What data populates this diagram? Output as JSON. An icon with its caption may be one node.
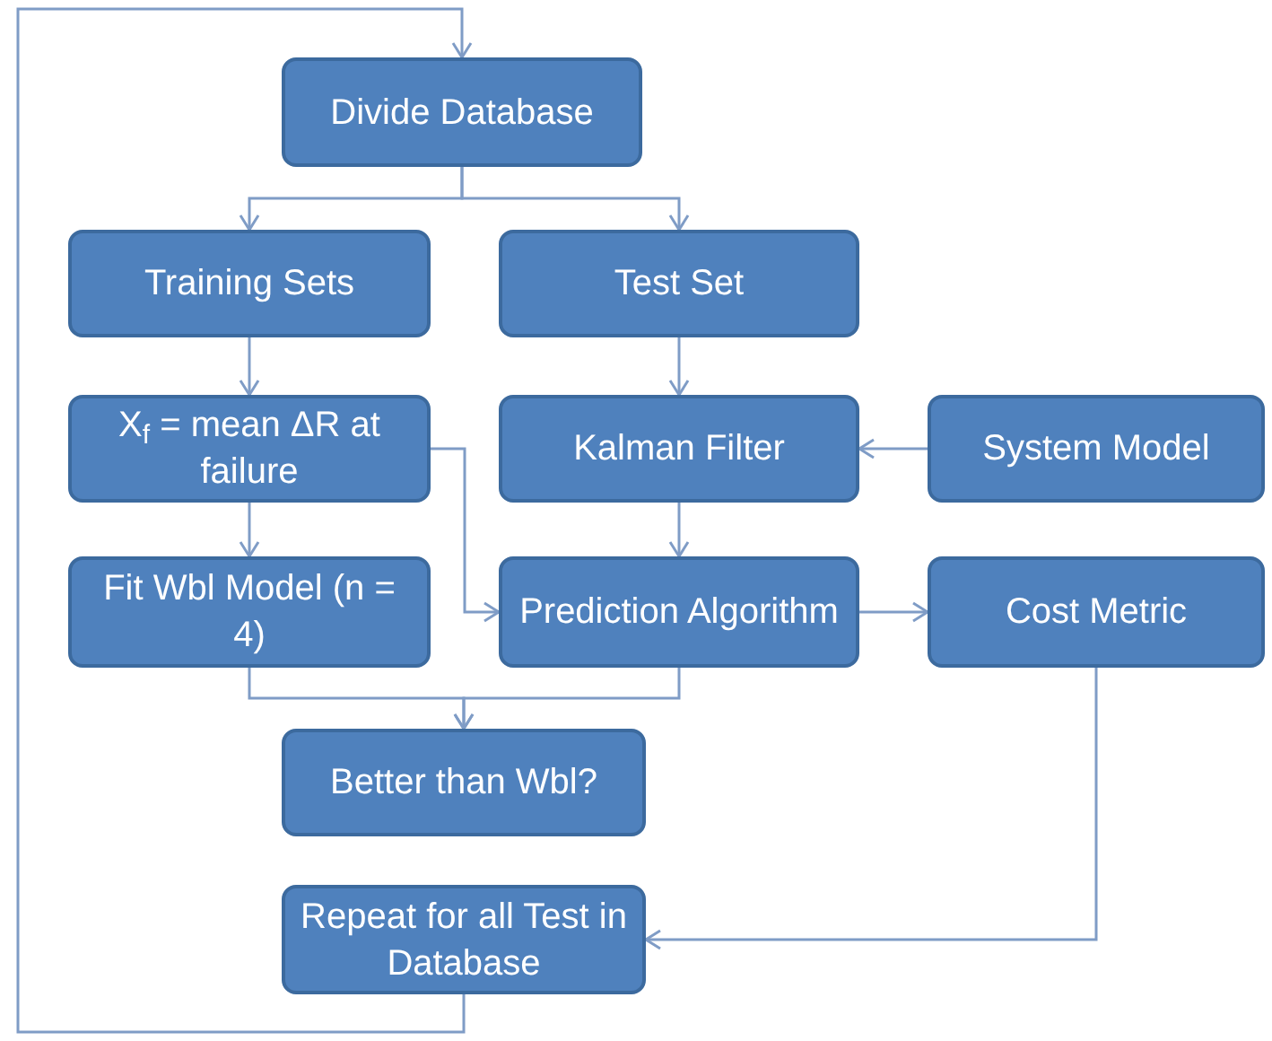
{
  "diagram": {
    "nodes": [
      {
        "text": [
          "Divide Database"
        ]
      },
      {
        "text": [
          "Training Sets"
        ]
      },
      {
        "text": [
          "Test Set"
        ]
      },
      {
        "text": [
          "X$_{f}$ = mean ΔR at failure"
        ]
      },
      {
        "text": [
          "Kalman Filter"
        ]
      },
      {
        "text": [
          "System Model"
        ]
      },
      {
        "text": [
          "Fit Wbl Model (n = 4)"
        ]
      },
      {
        "text": [
          "Prediction Algorithm"
        ]
      },
      {
        "text": [
          "Cost Metric"
        ]
      },
      {
        "text": [
          "Better than Wbl?"
        ]
      },
      {
        "text": [
          "Repeat for all Test in Database"
        ]
      }
    ],
    "edges": [
      {
        "from": 0,
        "to": 1,
        "arrow": "to"
      },
      {
        "from": 0,
        "to": 2,
        "arrow": "to"
      },
      {
        "from": 1,
        "to": 3,
        "arrow": "to"
      },
      {
        "from": 2,
        "to": 4,
        "arrow": "to"
      },
      {
        "from": 5,
        "to": 4,
        "arrow": "to"
      },
      {
        "from": 4,
        "to": 7,
        "arrow": "to"
      },
      {
        "from": 3,
        "to": 6,
        "arrow": "to"
      },
      {
        "from": 3,
        "to": 7,
        "arrow": "to"
      },
      {
        "from": 7,
        "to": 8,
        "arrow": "to"
      },
      {
        "from": 6,
        "to": 9,
        "arrow": "to"
      },
      {
        "from": 7,
        "to": 9,
        "arrow": "to"
      },
      {
        "from": 8,
        "to": 10,
        "arrow": "to"
      },
      {
        "from": 10,
        "to": 0,
        "arrow": "to"
      }
    ]
  }
}
